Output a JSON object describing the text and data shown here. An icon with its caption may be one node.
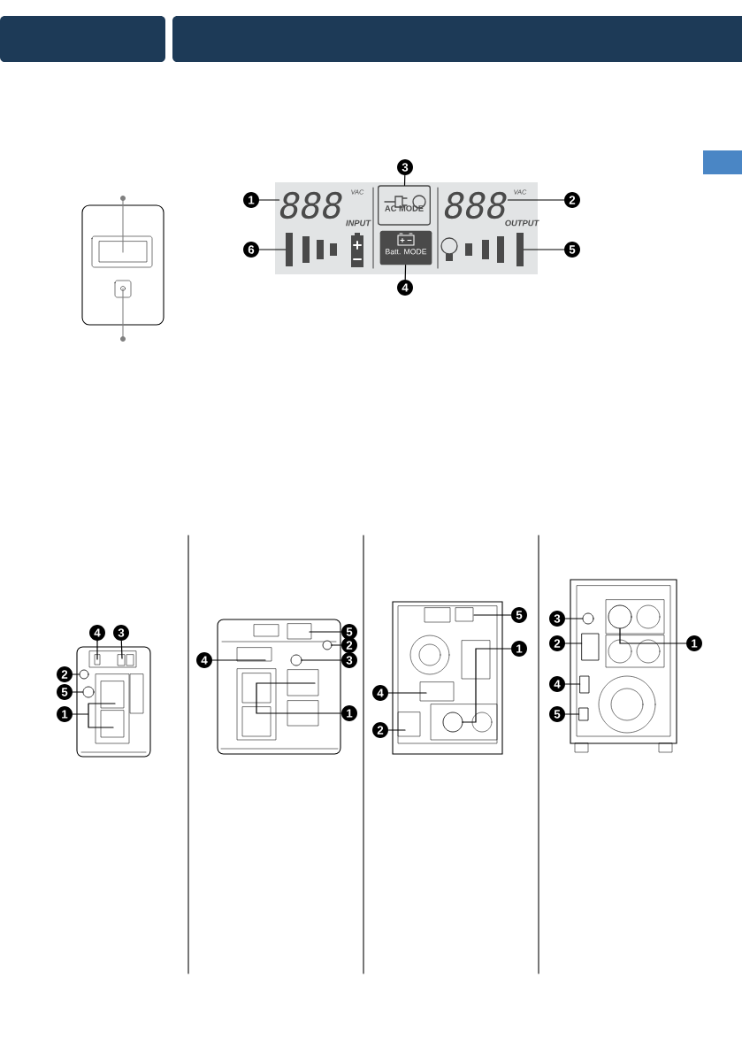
{
  "diagram": {
    "nodes": [
      {
        "text": [
          "AC MODE"
        ]
      },
      {
        "text": [
          "Batt. MODE"
        ]
      },
      {
        "text": [
          "1"
        ]
      },
      {
        "text": [
          "2"
        ]
      },
      {
        "text": [
          "3"
        ]
      },
      {
        "text": [
          "4"
        ]
      },
      {
        "text": [
          "5"
        ]
      },
      {
        "text": [
          "6"
        ]
      },
      {
        "text": [
          "4"
        ]
      },
      {
        "text": [
          "3"
        ]
      },
      {
        "text": [
          "2"
        ]
      },
      {
        "text": [
          "5"
        ]
      },
      {
        "text": [
          "1"
        ]
      },
      {
        "text": [
          "5"
        ]
      },
      {
        "text": [
          "4"
        ]
      },
      {
        "text": [
          "2"
        ]
      },
      {
        "text": [
          "3"
        ]
      },
      {
        "text": [
          "1"
        ]
      },
      {
        "text": [
          "5"
        ]
      },
      {
        "text": [
          "1"
        ]
      },
      {
        "text": [
          "4"
        ]
      },
      {
        "text": [
          "2"
        ]
      },
      {
        "text": [
          "3"
        ]
      },
      {
        "text": [
          "2"
        ]
      },
      {
        "text": [
          "1"
        ]
      },
      {
        "text": [
          "4"
        ]
      },
      {
        "text": [
          "5"
        ]
      },
      {
        "text": [
          "888"
        ]
      },
      {
        "text": [
          "888"
        ]
      },
      {
        "text": [],
        "shape": "bar"
      },
      {
        "text": [],
        "shape": "bar"
      },
      {
        "text": [],
        "shape": "circle"
      },
      {
        "text": [],
        "shape": "circle"
      },
      {
        "text": [],
        "shape": "circle"
      },
      {
        "text": [],
        "shape": "circle"
      },
      {
        "text": [],
        "shape": "circle"
      },
      {
        "text": [],
        "shape": "circle"
      },
      {
        "text": [],
        "shape": "box"
      },
      {
        "text": [],
        "shape": "circle"
      },
      {
        "text": [],
        "shape": "box"
      },
      {
        "text": [],
        "shape": "box"
      }
    ],
    "edges": [
      {
        "from": 2,
        "to": 27,
        "arrow": "none"
      },
      {
        "from": 3,
        "to": 28,
        "arrow": "none"
      },
      {
        "from": 4,
        "to": 0,
        "arrow": "none"
      },
      {
        "from": 5,
        "to": 1,
        "arrow": "none"
      },
      {
        "from": 6,
        "to": 30,
        "arrow": "none"
      },
      {
        "from": 7,
        "to": 29,
        "arrow": "none"
      },
      {
        "from": 8,
        "to": null,
        "arrow": "none"
      },
      {
        "from": 9,
        "to": null,
        "arrow": "none"
      },
      {
        "from": 10,
        "to": 31,
        "arrow": "none"
      },
      {
        "from": 11,
        "to": 32,
        "arrow": "none"
      },
      {
        "from": 12,
        "to": null,
        "arrow": "none"
      },
      {
        "from": 13,
        "to": null,
        "arrow": "none"
      },
      {
        "from": 14,
        "to": null,
        "arrow": "none"
      },
      {
        "from": 15,
        "to": 33,
        "arrow": "none"
      },
      {
        "from": 16,
        "to": 34,
        "arrow": "none"
      },
      {
        "from": 17,
        "to": null,
        "arrow": "none"
      },
      {
        "from": 18,
        "to": null,
        "arrow": "none"
      },
      {
        "from": 19,
        "to": 35,
        "arrow": "none"
      },
      {
        "from": 20,
        "to": null,
        "arrow": "none"
      },
      {
        "from": 21,
        "to": null,
        "arrow": "none"
      },
      {
        "from": 22,
        "to": 36,
        "arrow": "none"
      },
      {
        "from": 23,
        "to": 37,
        "arrow": "none"
      },
      {
        "from": 24,
        "to": 38,
        "arrow": "none"
      },
      {
        "from": 25,
        "to": 39,
        "arrow": "none"
      },
      {
        "from": 26,
        "to": 40,
        "arrow": "none"
      }
    ],
    "labels": [
      "VAC",
      "INPUT",
      "VAC",
      "OUTPUT"
    ]
  }
}
